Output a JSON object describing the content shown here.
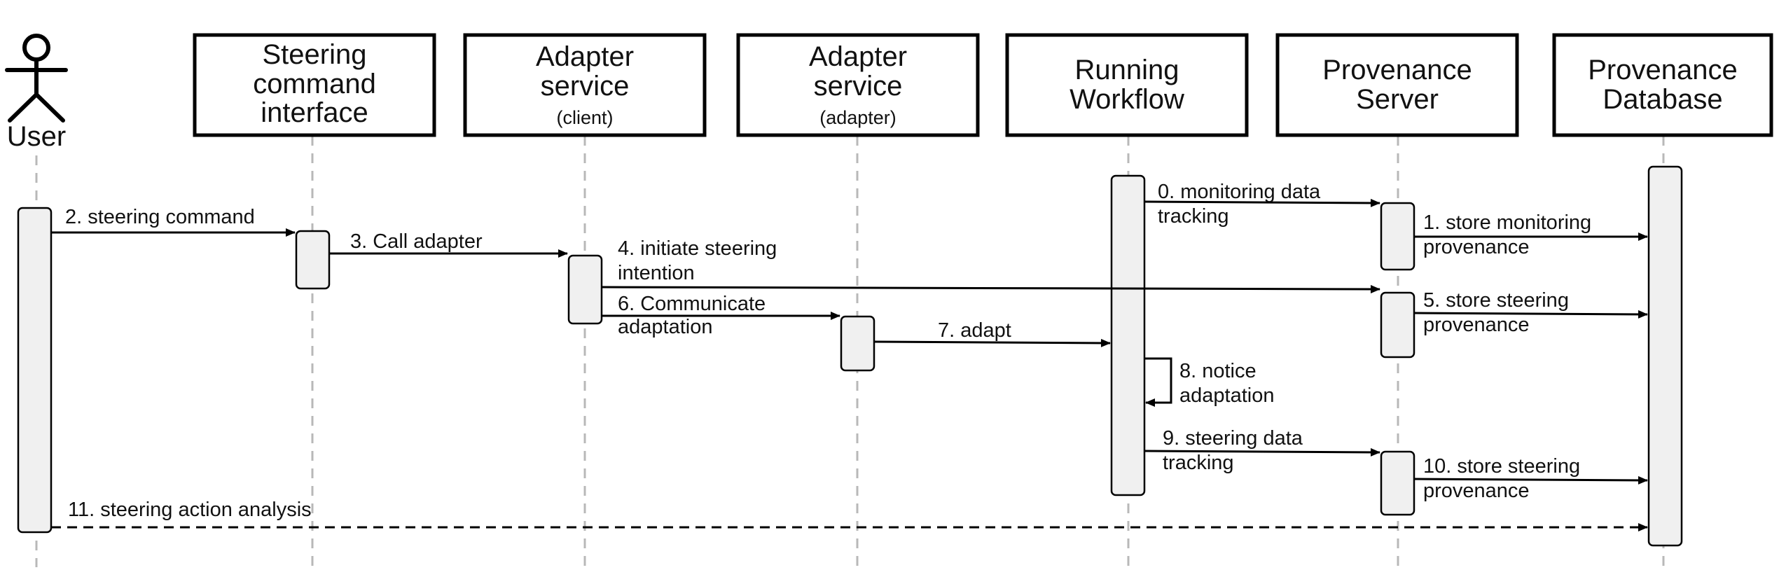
{
  "actor": {
    "label": "User"
  },
  "participants": [
    {
      "line1": "Steering",
      "line2": "command",
      "line3": "interface"
    },
    {
      "line1": "Adapter",
      "line2": "service",
      "sub": "(client)"
    },
    {
      "line1": "Adapter",
      "line2": "service",
      "sub": "(adapter)"
    },
    {
      "line1": "Running",
      "line2": "Workflow"
    },
    {
      "line1": "Provenance",
      "line2": "Server"
    },
    {
      "line1": "Provenance",
      "line2": "Database"
    }
  ],
  "messages": {
    "m0": {
      "line1": "0. monitoring data",
      "line2": "tracking"
    },
    "m1": {
      "line1": "1. store monitoring",
      "line2": "provenance"
    },
    "m2": {
      "line1": "2. steering command"
    },
    "m3": {
      "line1": "3. Call adapter"
    },
    "m4": {
      "line1": "4. initiate steering",
      "line2": "intention"
    },
    "m5": {
      "line1": "5. store steering",
      "line2": "provenance"
    },
    "m6": {
      "line1": "6. Communicate",
      "line2": "adaptation"
    },
    "m7": {
      "line1": "7. adapt"
    },
    "m8": {
      "line1": "8. notice",
      "line2": "adaptation"
    },
    "m9": {
      "line1": "9. steering data",
      "line2": "tracking"
    },
    "m10": {
      "line1": "10. store steering",
      "line2": "provenance"
    },
    "m11": {
      "line1": "11. steering action analysis"
    }
  }
}
